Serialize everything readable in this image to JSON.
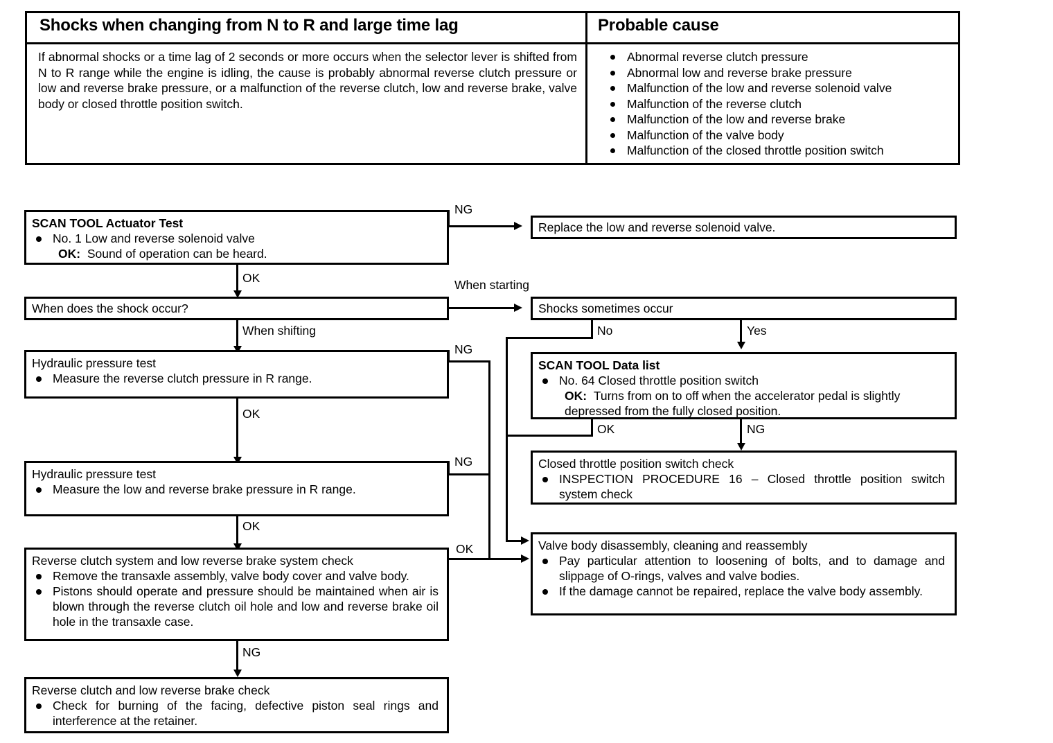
{
  "symptom_table": {
    "headers": {
      "symptom": "Shocks when changing from N to R and large time lag",
      "cause": "Probable cause"
    },
    "symptom_text": "If abnormal shocks or a time lag of 2 seconds or more occurs when the selector lever is shifted from N to R range while the engine is idling, the cause is probably abnormal reverse clutch pressure or low and reverse brake pressure, or a malfunction of the reverse clutch, low and reverse brake, valve body or closed throttle position switch.",
    "causes": [
      "Abnormal reverse clutch pressure",
      "Abnormal low and reverse brake pressure",
      "Malfunction of the low and reverse solenoid valve",
      "Malfunction of the reverse clutch",
      "Malfunction of the low and reverse brake",
      "Malfunction of the valve body",
      "Malfunction of the closed throttle position switch"
    ]
  },
  "flowchart": {
    "actuator_test": {
      "title": "SCAN TOOL Actuator Test",
      "item": "No. 1 Low and reverse solenoid valve",
      "ok_label": "OK:",
      "ok_text": "Sound of operation can be heard."
    },
    "replace_solenoid": {
      "title": "Replace the low and reverse solenoid valve."
    },
    "shock_question": {
      "title": "When does the shock occur?"
    },
    "shocks_sometimes": {
      "title": "Shocks sometimes occur"
    },
    "hydraulic_test_1": {
      "title": "Hydraulic pressure test",
      "item": "Measure the reverse clutch pressure in R range."
    },
    "hydraulic_test_2": {
      "title": "Hydraulic pressure test",
      "item": "Measure the low and reverse brake pressure in R range."
    },
    "data_list": {
      "title": "SCAN TOOL Data list",
      "item": "No. 64 Closed throttle position switch",
      "ok_label": "OK:",
      "ok_text": "Turns from on to off when the accelerator pedal is slightly depressed from the fully closed position."
    },
    "cts_check": {
      "title": "Closed throttle position switch check",
      "item": "INSPECTION PROCEDURE 16 – Closed throttle position switch system check"
    },
    "valve_body": {
      "title": "Valve body disassembly, cleaning and reassembly",
      "item1": "Pay particular attention to loosening of bolts, and to damage and slippage of O-rings, valves and valve bodies.",
      "item2": "If the damage cannot be repaired, replace the valve body assembly."
    },
    "reverse_clutch_system": {
      "title": "Reverse clutch system and low reverse brake system check",
      "item1": "Remove the transaxle assembly, valve body cover and valve body.",
      "item2": "Pistons should operate and pressure should be maintained when air is blown through the reverse clutch oil hole and low and reverse brake oil hole in the transaxle case."
    },
    "reverse_clutch_check": {
      "title": "Reverse clutch and low reverse brake check",
      "item": "Check for burning of the facing, defective piston seal rings and interference at the retainer."
    },
    "labels": {
      "ng1": "NG",
      "ok1": "OK",
      "when_starting": "When starting",
      "when_shifting": "When shifting",
      "no": "No",
      "yes": "Yes",
      "ng2": "NG",
      "ok2": "OK",
      "ok_dl": "OK",
      "ng_dl": "NG",
      "ng3": "NG",
      "ok3": "OK",
      "ok_rcs": "OK",
      "ng4": "NG"
    }
  }
}
